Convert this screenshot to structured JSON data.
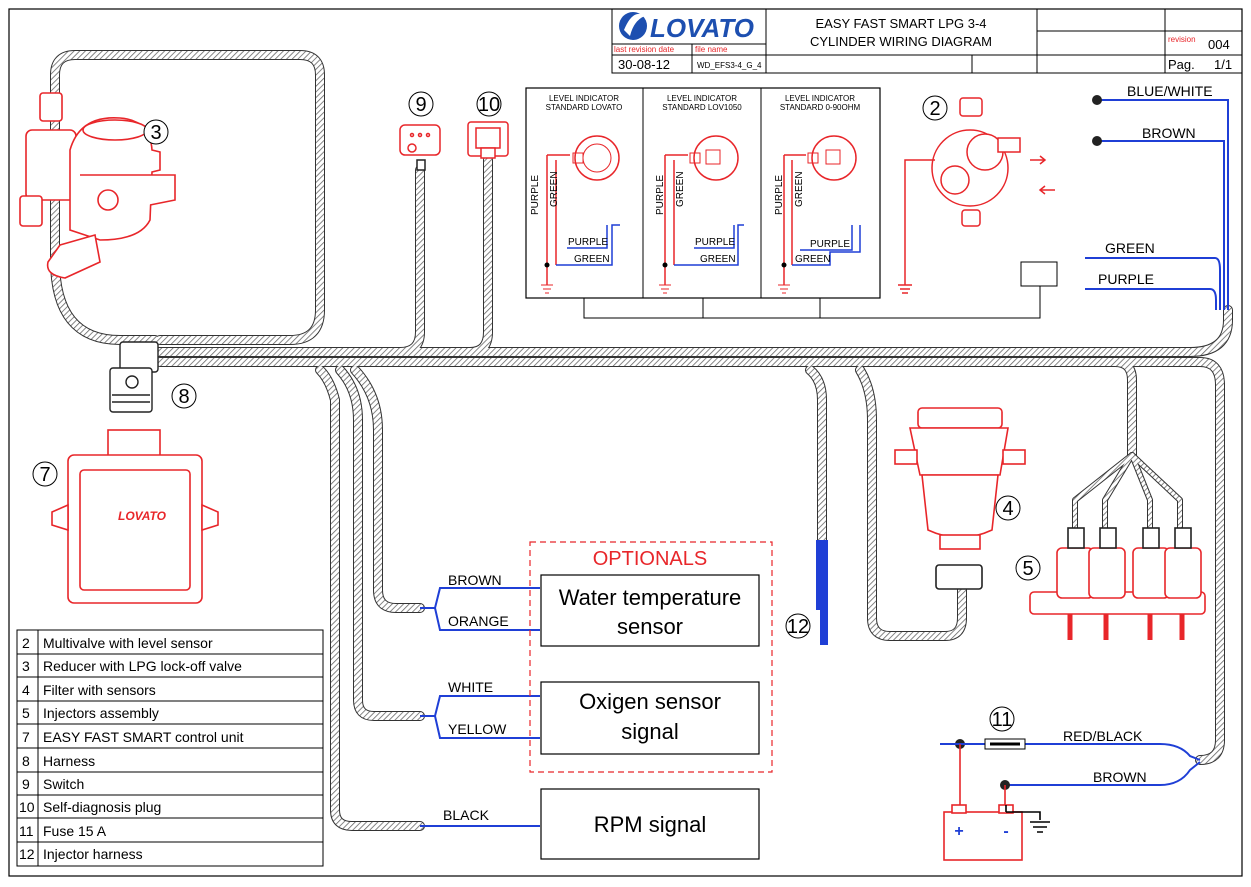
{
  "title_block": {
    "brand": "LOVATO",
    "title_line1": "EASY FAST SMART LPG 3-4",
    "title_line2": "CYLINDER WIRING DIAGRAM",
    "last_revision_label": "last revision date",
    "file_name_label": "file name",
    "revision_label": "revision",
    "revision": "004",
    "date": "30-08-12",
    "file_name": "WD_EFS3-4_G_4",
    "page_label": "Pag.",
    "page": "1/1"
  },
  "level_indicators": [
    {
      "line1": "LEVEL INDICATOR",
      "line2": "STANDARD LOVATO"
    },
    {
      "line1": "LEVEL INDICATOR",
      "line2": "STANDARD LOV1050"
    },
    {
      "line1": "LEVEL INDICATOR",
      "line2": "STANDARD 0-90OHM"
    }
  ],
  "wire_labels": {
    "purple": "PURPLE",
    "green": "GREEN",
    "blue_white": "BLUE/WHITE",
    "brown": "BROWN",
    "green_upper": "GREEN",
    "purple_upper": "PURPLE",
    "water_brown": "BROWN",
    "water_orange": "ORANGE",
    "oxy_white": "WHITE",
    "oxy_yellow": "YELLOW",
    "rpm_black": "BLACK",
    "red_black": "RED/BLACK",
    "battery_brown": "BROWN"
  },
  "optionals": {
    "title": "OPTIONALS",
    "water_line1": "Water temperature",
    "water_line2": "sensor",
    "oxy_line1": "Oxigen sensor",
    "oxy_line2": "signal"
  },
  "rpm": "RPM signal",
  "callouts": [
    "2",
    "3",
    "4",
    "5",
    "7",
    "8",
    "9",
    "10",
    "11",
    "12"
  ],
  "battery": {
    "plus": "+",
    "minus": "-"
  },
  "ecu_label": "LOVATO",
  "legend": [
    {
      "num": "2",
      "text": "Multivalve with level sensor"
    },
    {
      "num": "3",
      "text": "Reducer with LPG lock-off valve"
    },
    {
      "num": "4",
      "text": "Filter with sensors"
    },
    {
      "num": "5",
      "text": "Injectors assembly"
    },
    {
      "num": "7",
      "text": "EASY FAST SMART control unit"
    },
    {
      "num": "8",
      "text": "Harness"
    },
    {
      "num": "9",
      "text": "Switch"
    },
    {
      "num": "10",
      "text": "Self-diagnosis plug"
    },
    {
      "num": "11",
      "text": "Fuse 15 A"
    },
    {
      "num": "12",
      "text": "Injector harness"
    }
  ],
  "colors": {
    "component_red": "#e8262a",
    "wire_blue": "#1f3fd6",
    "harness": "#555555",
    "brand_blue": "#1d4fb0"
  }
}
